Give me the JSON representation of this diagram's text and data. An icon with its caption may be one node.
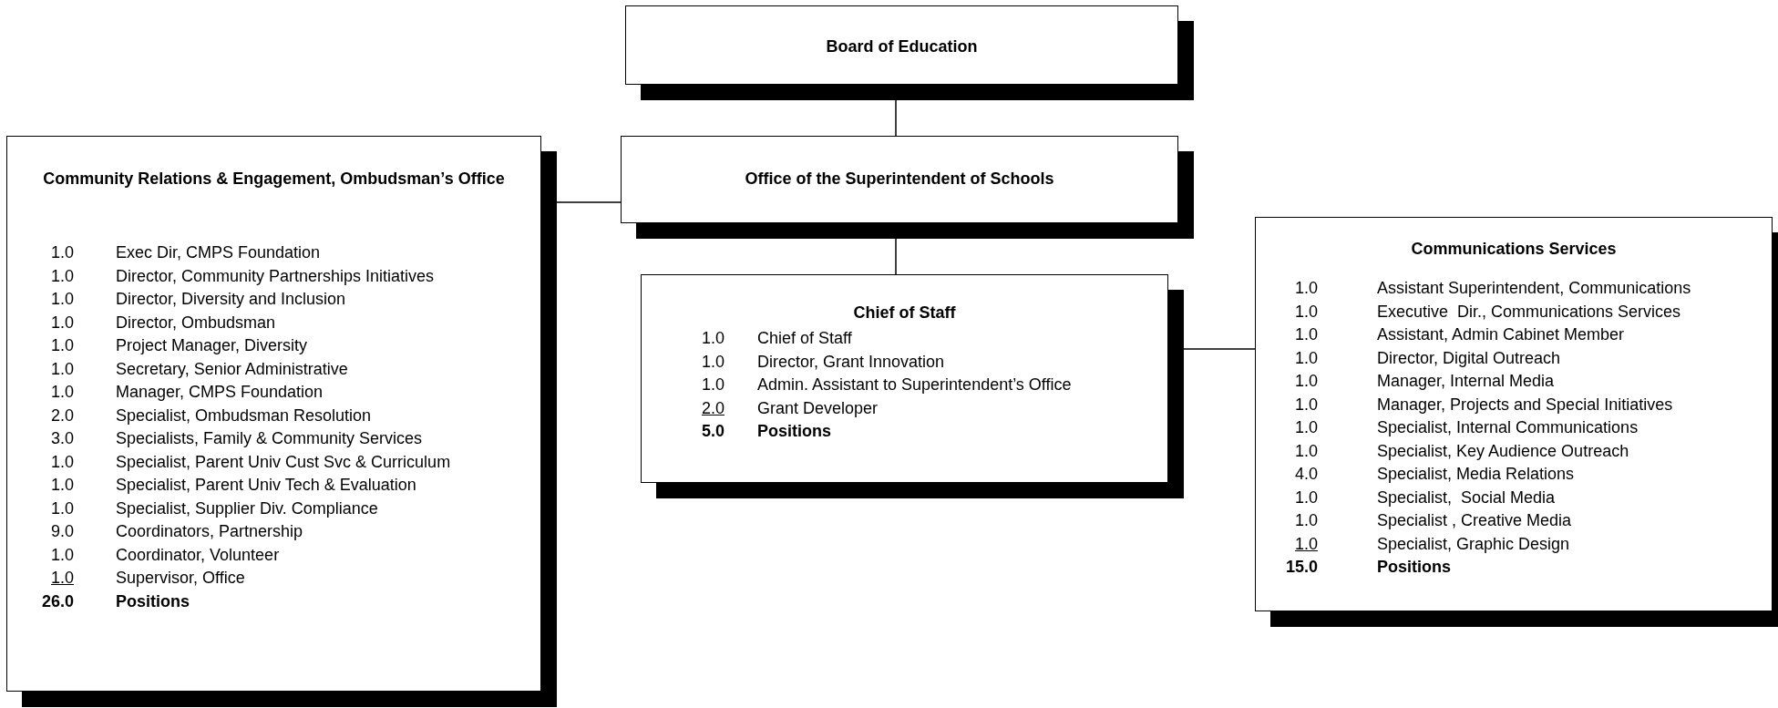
{
  "diagram": {
    "nodes": [
      {
        "text": [
          "Board of Education"
        ]
      },
      {
        "text": [
          "Office of the Superintendent of Schools"
        ]
      },
      {
        "text": [
          "Community Relations & Engagement, Ombudsman’s Office",
          "1.0",
          "Exec Dir, CMPS Foundation",
          "1.0",
          "Director, Community Partnerships Initiatives",
          "1.0",
          "Director, Diversity and Inclusion",
          "1.0",
          "Director, Ombudsman",
          "1.0",
          "Project Manager, Diversity",
          "1.0",
          "Secretary, Senior Administrative",
          "1.0",
          "Manager, CMPS Foundation",
          "2.0",
          "Specialist, Ombudsman Resolution",
          "3.0",
          "Specialists, Family & Community Services",
          "1.0",
          "Specialist, Parent Univ Cust Svc & Curriculum",
          "1.0",
          "Specialist, Parent Univ Tech & Evaluation",
          "1.0",
          "Specialist, Supplier Div. Compliance",
          "9.0",
          "Coordinators, Partnership",
          "1.0",
          "Coordinator, Volunteer",
          "1.0",
          "Supervisor, Office",
          "26.0",
          "Positions"
        ]
      },
      {
        "text": [
          "Chief of Staff",
          "1.0",
          "Chief of Staff",
          "1.0",
          "Director, Grant Innovation",
          "1.0",
          "Admin. Assistant to Superintendent’s Office",
          "2.0",
          "Grant Developer",
          "5.0",
          "Positions"
        ]
      },
      {
        "text": [
          "Communications Services",
          "1.0",
          "Assistant Superintendent, Communications",
          "1.0",
          "Executive  Dir., Communications Services",
          "1.0",
          "Assistant, Admin Cabinet Member",
          "1.0",
          "Director, Digital Outreach",
          "1.0",
          "Manager, Internal Media",
          "1.0",
          "Manager, Projects and Special Initiatives",
          "1.0",
          "Specialist, Internal Communications",
          "1.0",
          "Specialist, Key Audience Outreach",
          "4.0",
          "Specialist, Media Relations",
          "1.0",
          "Specialist,  Social Media",
          "1.0",
          "Specialist , Creative Media",
          "1.0",
          "Specialist, Graphic Design",
          "15.0",
          "Positions"
        ]
      }
    ],
    "edges": [
      {
        "from": 0,
        "to": 1,
        "arrow": "none"
      },
      {
        "from": 1,
        "to": 3,
        "arrow": "none"
      },
      {
        "from": 1,
        "to": 2,
        "arrow": "none"
      },
      {
        "from": 3,
        "to": 4,
        "arrow": "none"
      }
    ]
  }
}
